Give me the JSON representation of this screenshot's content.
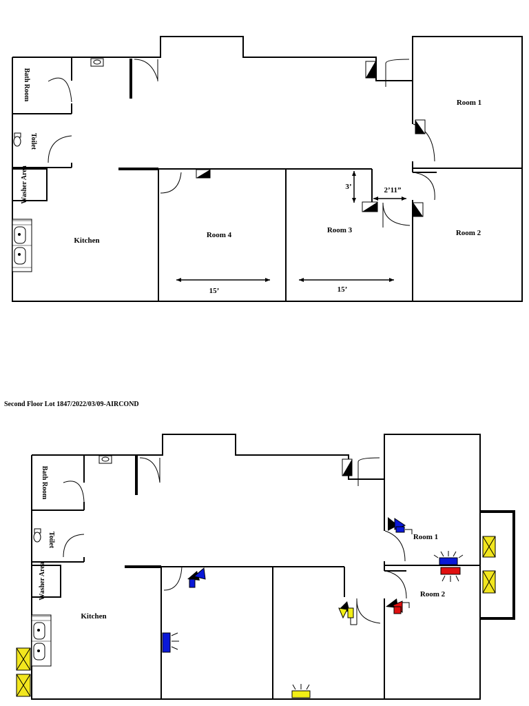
{
  "caption": "Second Floor Lot 1847/2022/03/09-AIRCOND",
  "plan_top": {
    "rooms": {
      "bath_room": "Bath Room",
      "toilet": "Toilet",
      "washer_area": "Washer Area",
      "kitchen": "Kitchen",
      "room_1": "Room 1",
      "room_2": "Room 2",
      "room_3": "Room 3",
      "room_4": "Room 4"
    },
    "dimensions": {
      "room4_width": "15’",
      "room3_width": "15’",
      "door_depth": "3’",
      "door_width": "2’11”"
    }
  },
  "plan_bottom": {
    "rooms": {
      "bath_room": "Bath Room",
      "toilet": "Toilet",
      "washer_area": "Washer Area",
      "kitchen": "Kitchen",
      "room_1": "Room 1",
      "room_2": "Room 2"
    }
  },
  "legend_colors": {
    "indoor_unit_blue": "#0a18d8",
    "indoor_unit_red": "#e01010",
    "indoor_unit_yellow": "#f2ef16",
    "outdoor_unit": "#f2e61e"
  }
}
